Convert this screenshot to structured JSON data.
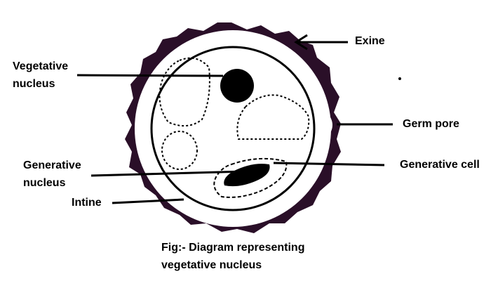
{
  "labels": {
    "exine": "Exine",
    "vegetative_nucleus_line1": "Vegetative",
    "vegetative_nucleus_line2": "nucleus",
    "germ_pore": "Germ pore",
    "generative_nucleus_line1": "Generative",
    "generative_nucleus_line2": "nucleus",
    "generative_cell": "Generative cell",
    "intine": "Intine"
  },
  "caption": {
    "line1": "Fig:- Diagram representing",
    "line2": "vegetative nucleus"
  },
  "colors": {
    "exine": "#2a0f28",
    "ink": "#000000",
    "background": "#ffffff"
  }
}
